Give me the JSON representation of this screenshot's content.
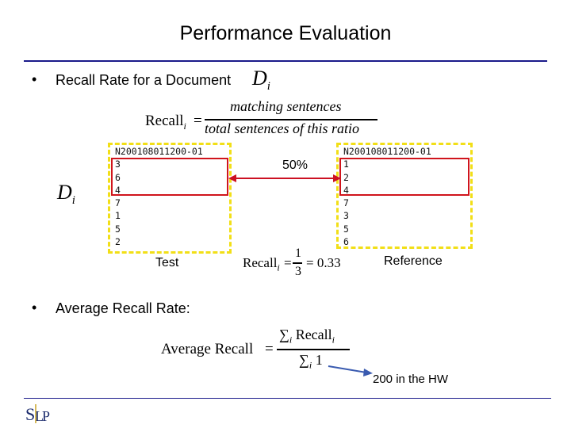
{
  "title": "Performance Evaluation",
  "bullets": {
    "recall_doc": "Recall Rate for a Document",
    "average": "Average Recall Rate:",
    "marker": "•"
  },
  "symbols": {
    "D": "D",
    "i": "i"
  },
  "formula_recall": {
    "lhs": "Recall",
    "sub": "i",
    "eq": "=",
    "numerator": "matching sentences",
    "denominator": "total sentences of this ratio"
  },
  "test_list": {
    "header": "N200108011200-01",
    "items": [
      "3",
      "6",
      "4",
      "7",
      "1",
      "5",
      "2"
    ],
    "label": "Test"
  },
  "reference_list": {
    "header": "N200108011200-01",
    "items": [
      "1",
      "2",
      "4",
      "7",
      "3",
      "5",
      "6"
    ],
    "label": "Reference"
  },
  "ratio_label": "50%",
  "formula_example": {
    "lhs": "Recall",
    "sub": "i",
    "eq": "=",
    "numerator": "1",
    "denominator": "3",
    "result": "= 0.33"
  },
  "formula_average": {
    "lhs": "Average Recall",
    "eq": "=",
    "num_sum": "∑",
    "num_sub": "i",
    "num_term": "Recall",
    "num_term_sub": "i",
    "den_sum": "∑",
    "den_sub": "i",
    "den_term": "1"
  },
  "hw_note": "200 in the HW",
  "logo_text": "SLP",
  "colors": {
    "rule": "#1a1a8a",
    "highlight_box": "#f2df17",
    "red_box": "#d0141c",
    "arrow_red": "#cc1122",
    "arrow_blue": "#3a5bb0"
  }
}
